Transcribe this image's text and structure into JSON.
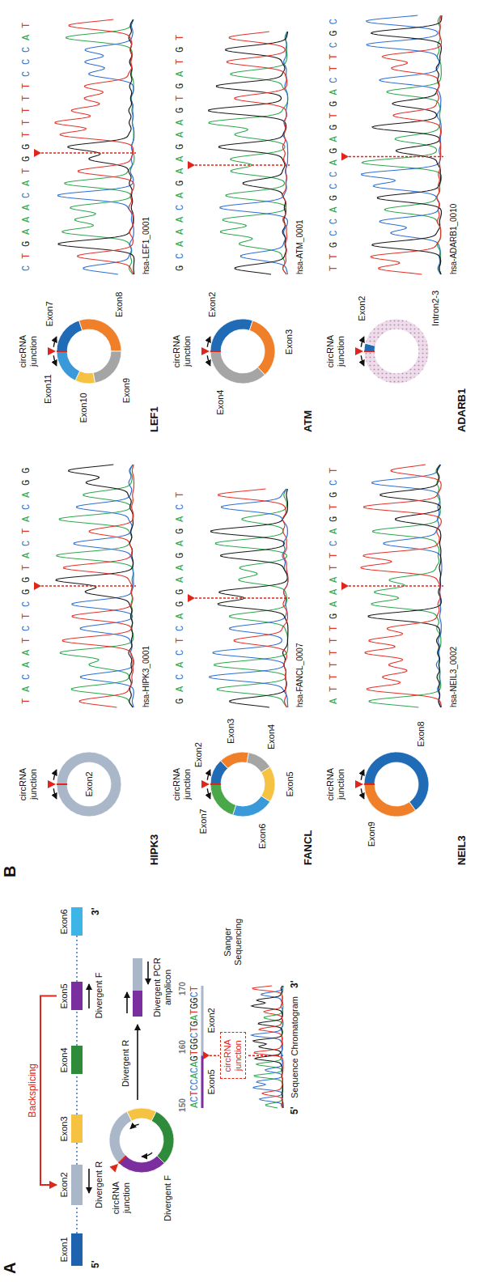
{
  "diagram": {
    "nodes": [
      {
        "text": [
          "Exon1"
        ]
      },
      {
        "text": [
          "Exon2"
        ]
      },
      {
        "text": [
          "Exon3"
        ]
      },
      {
        "text": [
          "Exon4"
        ]
      },
      {
        "text": [
          "Exon5"
        ]
      },
      {
        "text": [
          "Exon6"
        ]
      }
    ],
    "edges": [
      {
        "from": 0,
        "to": 1,
        "arrow": "none"
      },
      {
        "from": 1,
        "to": 2,
        "arrow": "none"
      },
      {
        "from": 2,
        "to": 3,
        "arrow": "none"
      },
      {
        "from": 3,
        "to": 4,
        "arrow": "none"
      },
      {
        "from": 4,
        "to": 5,
        "arrow": "none"
      },
      {
        "from": 4,
        "to": 1,
        "arrow": "to",
        "label": "Backsplicing"
      }
    ],
    "labels": [
      "A",
      "5'",
      "3'",
      "Divergent R",
      "Divergent F",
      "circRNA junction",
      "Divergent F",
      "Divergent R",
      "Divergent PCR amplicon",
      "150",
      "160",
      "170",
      "ACTCCACAGTGGCTGATGGCT",
      "Exon5",
      "Exon2",
      "circRNA junction",
      "Sanger Sequencing",
      "5'",
      "Sequence Chromatogram",
      "3'",
      "B",
      "HIPK3",
      "circRNA junction",
      "Exon2",
      "TACAATCTCGGTACTACAGG",
      "hsa-HIPK3_0001",
      "LEF1",
      "circRNA junction",
      "Exon7",
      "Exon8",
      "Exon9",
      "Exon10",
      "Exon11",
      "CTGAAACATGGTTTTTCCCAT",
      "hsa-LEF1_0001",
      "FANCL",
      "circRNA junction",
      "Exon2",
      "Exon3",
      "Exon4",
      "Exon5",
      "Exon6",
      "Exon7",
      "GACACTCAGGAAGAGACT",
      "hsa-FANCL_0007",
      "ATM",
      "circRNA junction",
      "Exon2",
      "Exon3",
      "Exon4",
      "GCAAACAGAAGAAGTGATGT",
      "hsa-ATM_0001",
      "NEIL3",
      "circRNA junction",
      "Exon8",
      "Exon9",
      "ATTTTTTGAAATTCAGTGCT",
      "hsa-NEIL3_0002",
      "ADARB1",
      "circRNA junction",
      "Exon2",
      "Intron2-3",
      "TTGCCAGCCAGAGTGACTTCGC",
      "hsa-ADARB1_0010"
    ]
  }
}
